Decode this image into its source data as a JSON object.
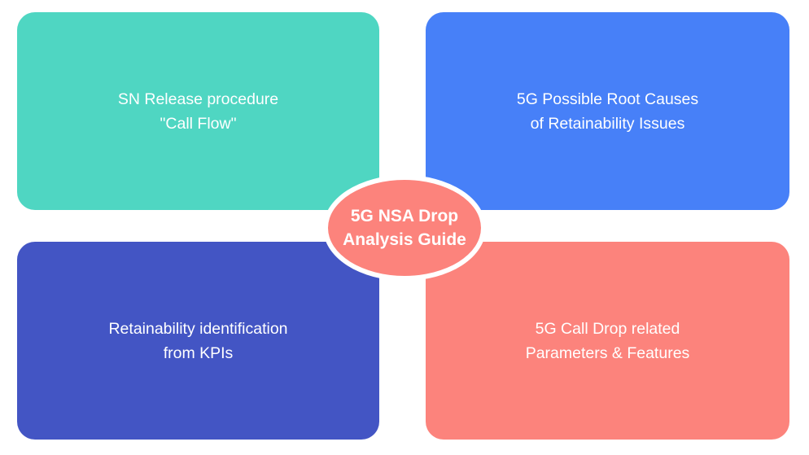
{
  "diagram": {
    "title": "5G NSA Drop Analysis Guide",
    "background_color": "#FFFFFF"
  },
  "center": {
    "line1": "5G NSA Drop",
    "line2": "Analysis Guide",
    "fill_color": "#FC837C",
    "ring_color": "#FFFFFF",
    "text_color": "#FFFFFF"
  },
  "cards": [
    {
      "id": "sn-release",
      "position": "top-left",
      "line1": "SN Release procedure",
      "line2": "\"Call Flow\"",
      "color": "#4FD6C2",
      "text_color": "#FFFFFF"
    },
    {
      "id": "root-causes",
      "position": "top-right",
      "line1": "5G Possible Root Causes",
      "line2": "of Retainability Issues",
      "color": "#4780F8",
      "text_color": "#FFFFFF"
    },
    {
      "id": "kpi-identification",
      "position": "bottom-left",
      "line1": "Retainability identification",
      "line2": "from KPIs",
      "color": "#4355C4",
      "text_color": "#FFFFFF"
    },
    {
      "id": "parameters-features",
      "position": "bottom-right",
      "line1": "5G Call Drop related",
      "line2": "Parameters & Features",
      "color": "#FC837C",
      "text_color": "#FFFFFF"
    }
  ]
}
